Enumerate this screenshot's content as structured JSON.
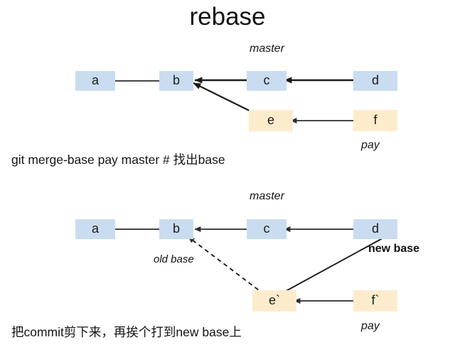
{
  "title": "rebase",
  "colors": {
    "commit_blue": "#c9dcf0",
    "commit_amber": "#fdeccc",
    "arrow": "#2b2b2b",
    "text": "#141414",
    "background": "#ffffff"
  },
  "diagrams": [
    {
      "id": "before",
      "branch_labels": [
        {
          "name": "master",
          "text": "master"
        },
        {
          "name": "pay",
          "text": "pay"
        }
      ],
      "nodes": [
        {
          "id": "a",
          "label": "a",
          "color": "blue",
          "branch": "master"
        },
        {
          "id": "b",
          "label": "b",
          "color": "blue",
          "branch": "master"
        },
        {
          "id": "c",
          "label": "c",
          "color": "blue",
          "branch": "master"
        },
        {
          "id": "d",
          "label": "d",
          "color": "blue",
          "branch": "master"
        },
        {
          "id": "e",
          "label": "e",
          "color": "amber",
          "branch": "pay"
        },
        {
          "id": "f",
          "label": "f",
          "color": "amber",
          "branch": "pay"
        }
      ],
      "edges": [
        {
          "from": "b",
          "to": "a",
          "style": "solid"
        },
        {
          "from": "c",
          "to": "b",
          "style": "solid"
        },
        {
          "from": "d",
          "to": "c",
          "style": "solid"
        },
        {
          "from": "e",
          "to": "b",
          "style": "solid"
        },
        {
          "from": "f",
          "to": "e",
          "style": "solid"
        }
      ],
      "caption": "git merge-base pay master # 找出base"
    },
    {
      "id": "after",
      "branch_labels": [
        {
          "name": "master",
          "text": "master"
        },
        {
          "name": "pay",
          "text": "pay"
        }
      ],
      "nodes": [
        {
          "id": "a",
          "label": "a",
          "color": "blue",
          "branch": "master"
        },
        {
          "id": "b",
          "label": "b",
          "color": "blue",
          "branch": "master"
        },
        {
          "id": "c",
          "label": "c",
          "color": "blue",
          "branch": "master"
        },
        {
          "id": "d",
          "label": "d",
          "color": "blue",
          "branch": "master"
        },
        {
          "id": "e2",
          "label": "e`",
          "color": "amber",
          "branch": "pay"
        },
        {
          "id": "f2",
          "label": "f`",
          "color": "amber",
          "branch": "pay"
        }
      ],
      "edges": [
        {
          "from": "b",
          "to": "a",
          "style": "solid"
        },
        {
          "from": "c",
          "to": "b",
          "style": "solid"
        },
        {
          "from": "d",
          "to": "c",
          "style": "solid"
        },
        {
          "from": "e2",
          "to": "b",
          "style": "dashed"
        },
        {
          "from": "e2",
          "to": "d",
          "style": "solid"
        },
        {
          "from": "f2",
          "to": "e2",
          "style": "solid"
        }
      ],
      "annotations": [
        {
          "name": "old-base",
          "text": "old base",
          "style": "italic"
        },
        {
          "name": "new-base",
          "text": "new base",
          "style": "bold"
        }
      ],
      "caption": "把commit剪下来，再挨个打到new base上"
    }
  ]
}
